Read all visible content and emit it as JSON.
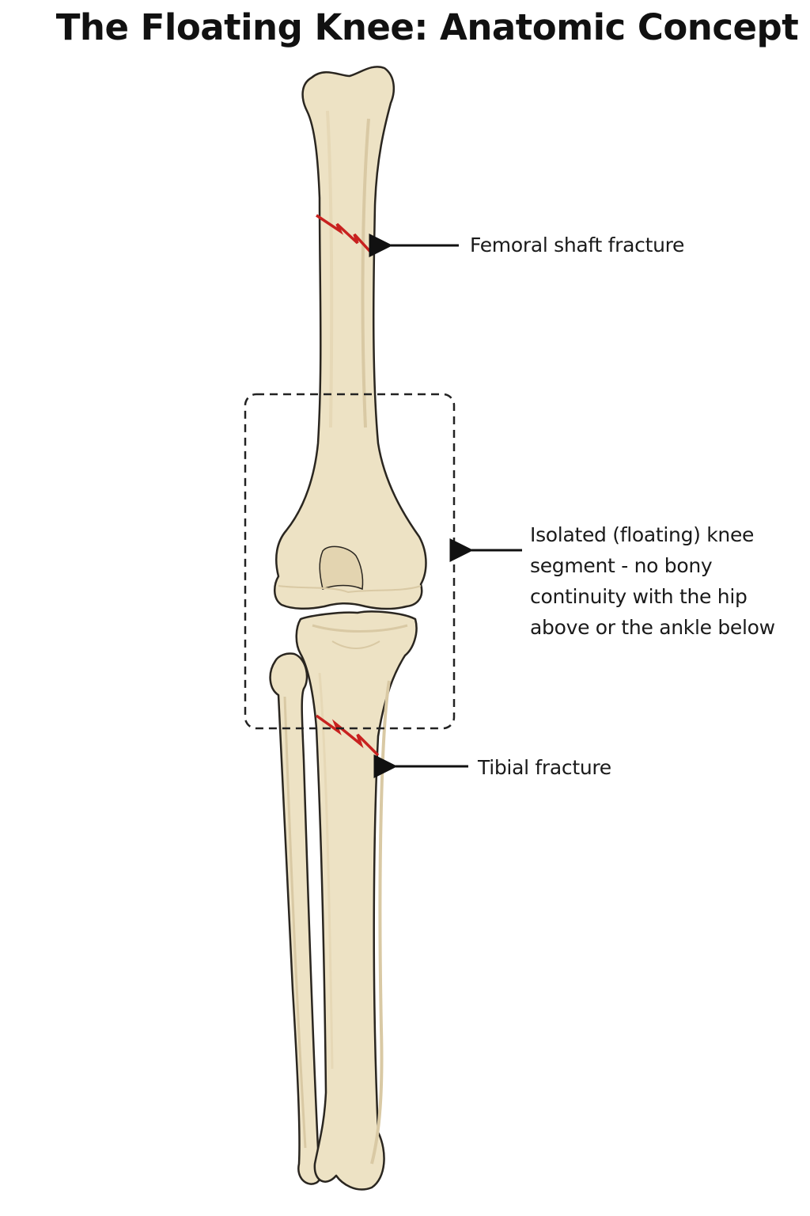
{
  "title": "The Floating Knee: Anatomic Concept",
  "annotations": {
    "femur": "Femoral shaft fracture",
    "knee_segment": [
      "Isolated (floating) knee",
      "segment - no bony",
      "continuity with the hip",
      "above or the ankle below"
    ],
    "tibia": "Tibial fracture"
  },
  "colors": {
    "bone_fill": "#ede2c4",
    "bone_outline": "#2a2620",
    "bone_shade": "#d9c9a4",
    "fracture": "#c8211f",
    "arrow": "#111111",
    "segment_box": "#222222"
  }
}
